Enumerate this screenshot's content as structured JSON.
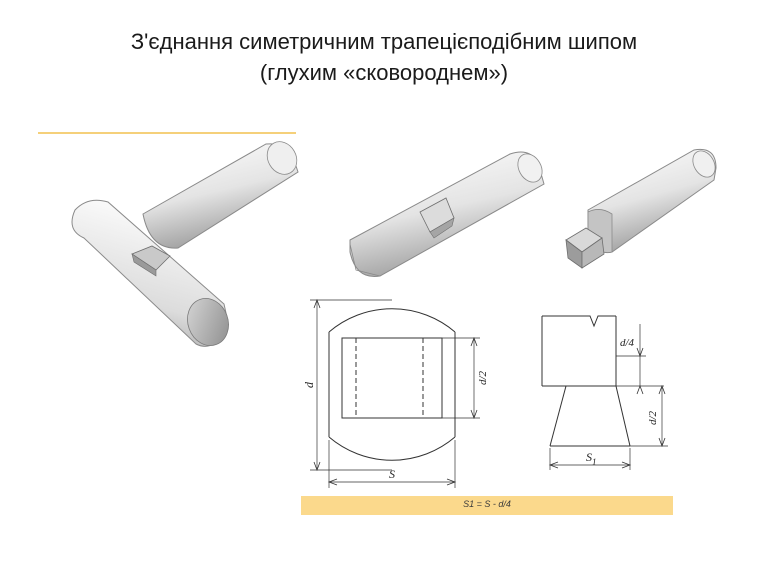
{
  "title": {
    "line1": "З'єднання симетричним трапецієподібним шипом",
    "line2": "(глухим «сковороднем»)"
  },
  "drawing": {
    "dim_d": "d",
    "dim_S": "S",
    "dim_d_half_left": "d/2",
    "dim_d_quarter": "d/4",
    "dim_d_half_right": "d/2",
    "dim_S1_base": "S",
    "dim_S1_sub": "1"
  },
  "formula": {
    "text": "S1 = S - d/4"
  },
  "colors": {
    "accent_line": "#f5d07a",
    "formula_bar": "#fbd98c"
  }
}
